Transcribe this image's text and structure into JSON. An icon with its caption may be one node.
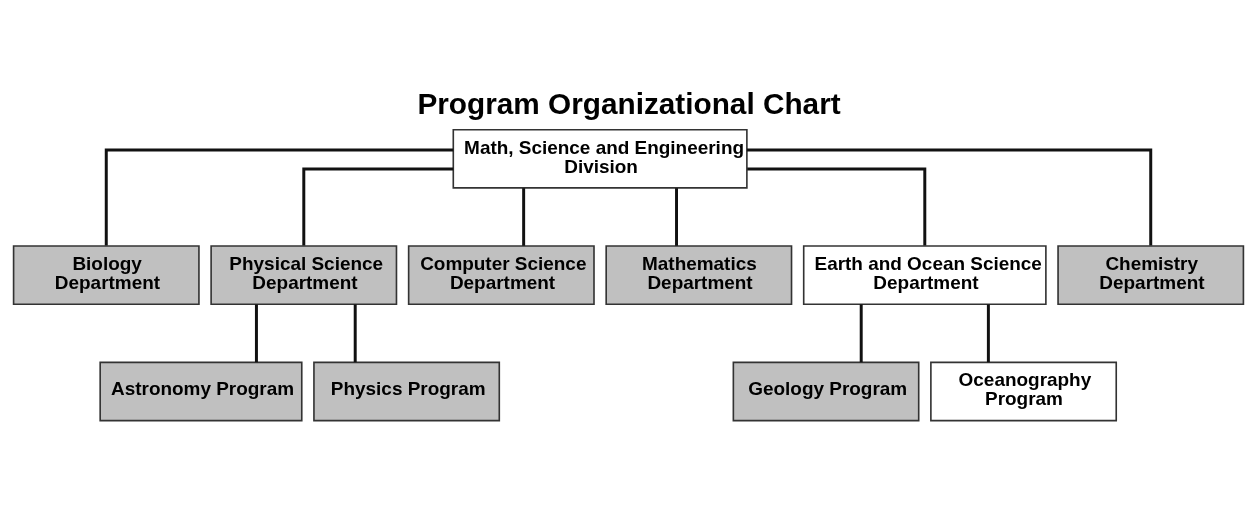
{
  "diagram": {
    "title": "Program Organizational Chart",
    "nodes": [
      {
        "text": [
          "Math, Science and Engineering Division"
        ]
      },
      {
        "text": [
          "Biology Department"
        ]
      },
      {
        "text": [
          "Physical Science Department"
        ]
      },
      {
        "text": [
          "Computer Science Department"
        ]
      },
      {
        "text": [
          "Mathematics Department"
        ]
      },
      {
        "text": [
          "Earth and Ocean Science Department"
        ]
      },
      {
        "text": [
          "Chemistry Department"
        ]
      },
      {
        "text": [
          "Astronomy Program"
        ]
      },
      {
        "text": [
          "Physics Program"
        ]
      },
      {
        "text": [
          "Geology Program"
        ]
      },
      {
        "text": [
          "Oceanography Program"
        ]
      }
    ],
    "edges": [
      {
        "from": 0,
        "to": 1,
        "arrow": "none"
      },
      {
        "from": 0,
        "to": 2,
        "arrow": "none"
      },
      {
        "from": 0,
        "to": 3,
        "arrow": "none"
      },
      {
        "from": 0,
        "to": 4,
        "arrow": "none"
      },
      {
        "from": 0,
        "to": 5,
        "arrow": "none"
      },
      {
        "from": 0,
        "to": 6,
        "arrow": "none"
      },
      {
        "from": 2,
        "to": 7,
        "arrow": "none"
      },
      {
        "from": 2,
        "to": 8,
        "arrow": "none"
      },
      {
        "from": 5,
        "to": 9,
        "arrow": "none"
      },
      {
        "from": 5,
        "to": 10,
        "arrow": "none"
      }
    ]
  }
}
